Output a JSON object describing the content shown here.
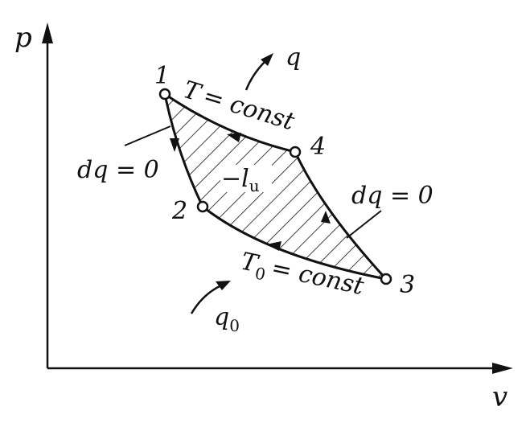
{
  "axes": {
    "y_label": "p",
    "x_label": "v"
  },
  "points": {
    "p1": "1",
    "p2": "2",
    "p3": "3",
    "p4": "4"
  },
  "process_labels": {
    "isotherm_top_left": "T",
    "isotherm_top_right": "= const",
    "isotherm_bottom_T": "T",
    "isotherm_bottom_sub": "0",
    "isotherm_bottom_right": "= const",
    "adiabat_left": "dq = 0",
    "adiabat_right": "dq = 0"
  },
  "heat_labels": {
    "q_in": "q",
    "q_out": "q",
    "q_out_sub": "0"
  },
  "work_label": {
    "minus_l": "−l",
    "sub": "u"
  }
}
